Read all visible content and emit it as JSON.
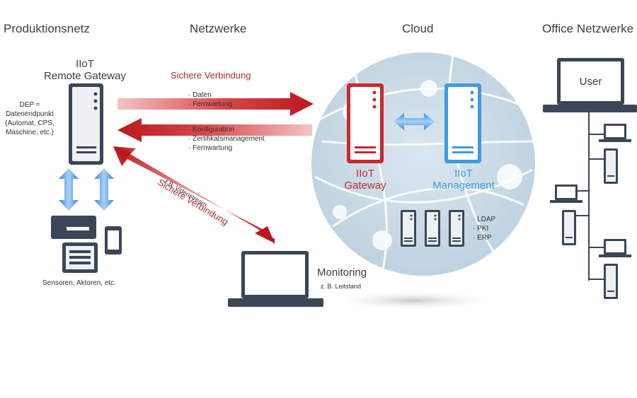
{
  "columns": {
    "production": "Produktionsnetz",
    "networks": "Netzwerke",
    "cloud": "Cloud",
    "office": "Office Netzwerke"
  },
  "gateway": {
    "title_line1": "IIoT",
    "title_line2": "Remote Gateway"
  },
  "dep_note": [
    "DEP =",
    "Datenendpunkt",
    "(Automat, CPS,",
    "Maschine, etc.)"
  ],
  "secure_label_top": "Sichere Verbindung",
  "arrow_out_items": [
    "· Daten",
    "· Fernwartung"
  ],
  "arrow_in_items": [
    "· Konfiguration",
    "· Zertifikatsmanagement",
    "· Fernwartung"
  ],
  "diagonal": {
    "label": "Sichere Verbindung",
    "sublabel": "z.B. Videostream"
  },
  "sensors_label": "Sensoren, Aktoren, etc.",
  "monitoring": {
    "title": "Monitoring",
    "subtitle": "z. B. Leitstand"
  },
  "cloud": {
    "gateway_line1": "IIoT",
    "gateway_line2": "Gateway",
    "management_line1": "IIoT",
    "management_line2": "Management",
    "services": [
      "· LDAP",
      "· PKI",
      "· ERP"
    ]
  },
  "office": {
    "user_label": "User"
  },
  "colors": {
    "arrow_red": "#c0262b",
    "cloud_red": "#c62b2f",
    "cloud_blue": "#3f9ae0",
    "device_dark": "#3b4656",
    "sphere": "#cfdde8"
  }
}
